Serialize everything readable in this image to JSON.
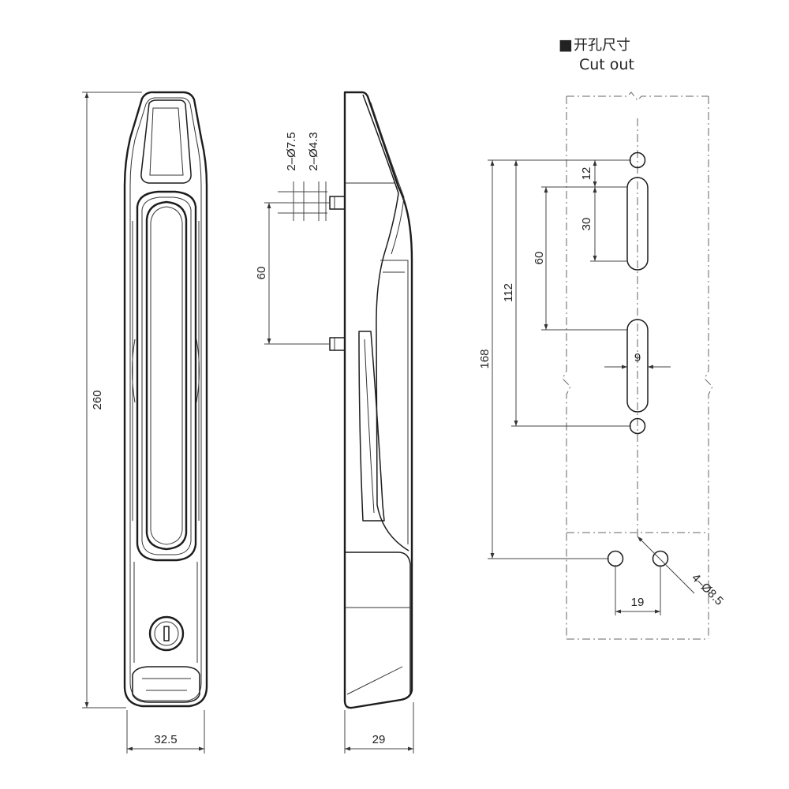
{
  "title": {
    "symbol": "■",
    "chinese": "开孔尺寸",
    "english": "Cut out"
  },
  "front_view": {
    "height": "260",
    "width": "32.5"
  },
  "side_view": {
    "hole_large": "2–Ø7.5",
    "hole_small": "2–Ø4.3",
    "stud_spacing": "60",
    "depth": "29"
  },
  "cutout_view": {
    "dim_12": "12",
    "dim_30": "30",
    "dim_60": "60",
    "dim_112": "112",
    "dim_168": "168",
    "dim_9": "9",
    "dim_19": "19",
    "holes": "4–Ø8.5"
  }
}
